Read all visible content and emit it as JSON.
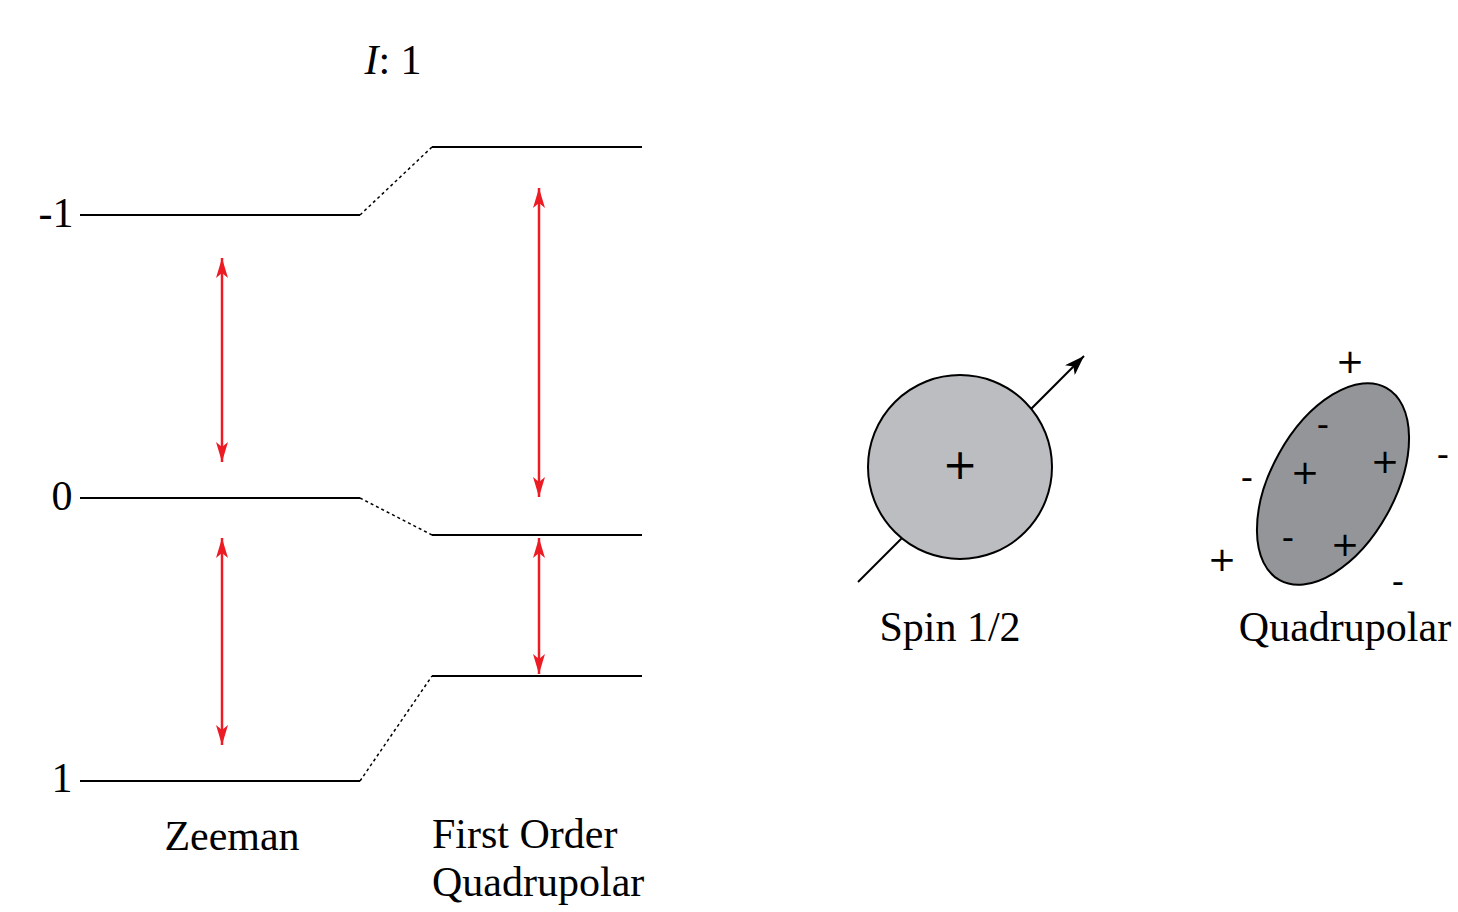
{
  "diagram": {
    "nodes": [
      {
        "text": [
          "+",
          "Spin 1/2"
        ]
      },
      {
        "text": [
          "-",
          "+",
          "+",
          "-",
          "+",
          "Quadrupolar"
        ]
      }
    ],
    "labels": [
      "I: 1",
      "-1",
      "0",
      "1",
      "Zeeman",
      "First Order Quadrupolar",
      "+",
      "-",
      "-",
      "+",
      "-"
    ]
  }
}
